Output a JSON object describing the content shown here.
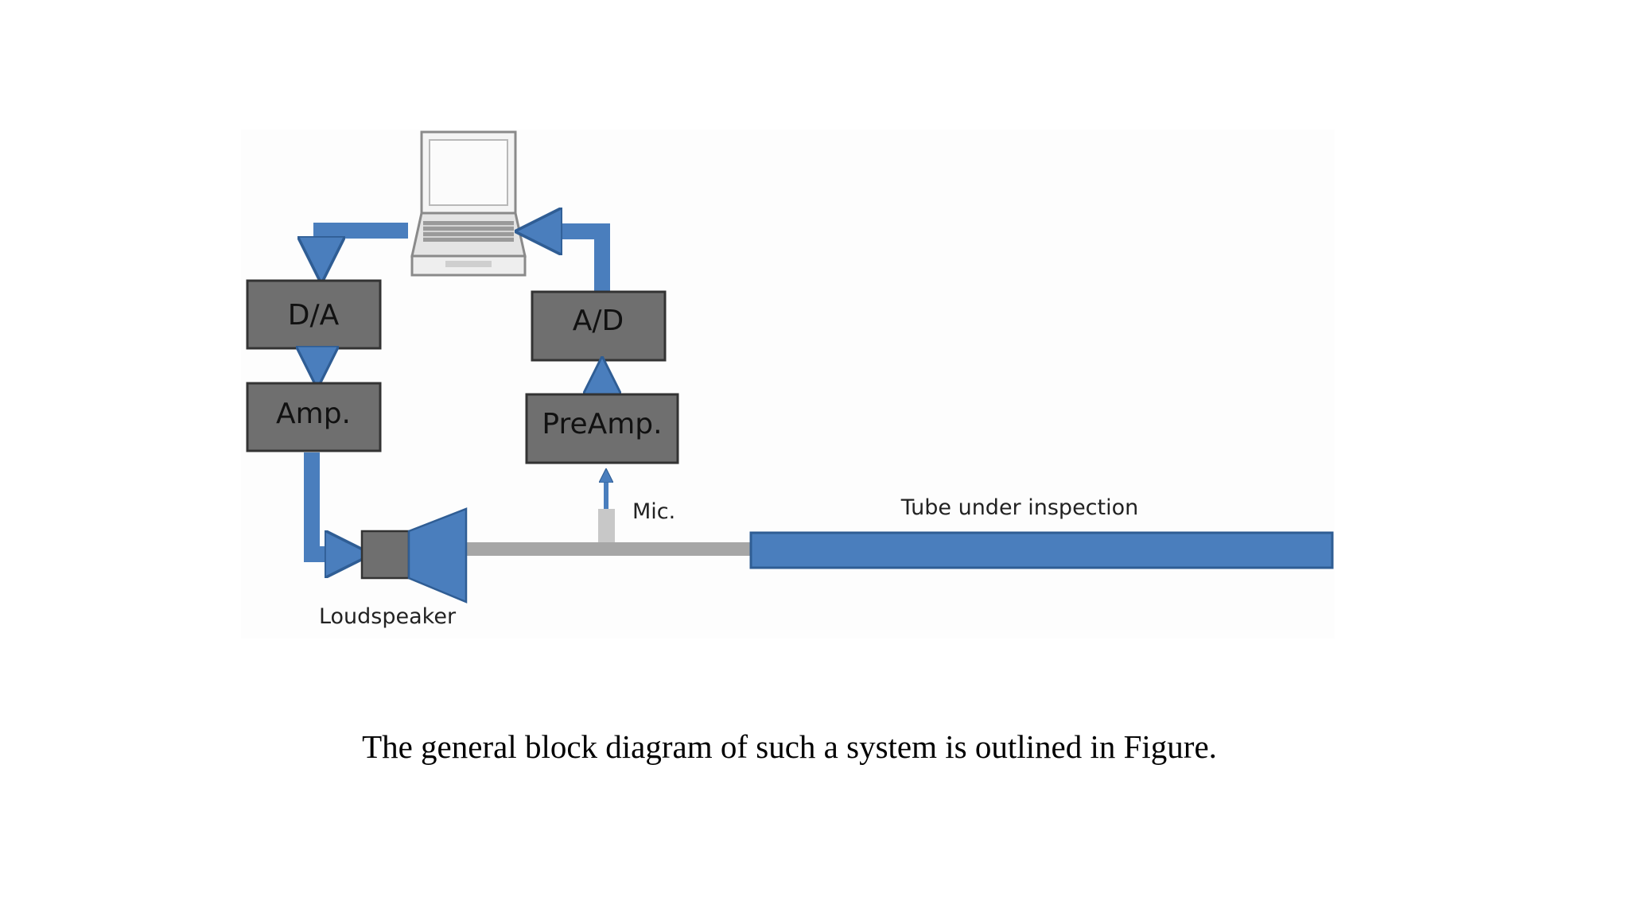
{
  "diagram": {
    "blocks": {
      "da": "D/A",
      "amp": "Amp.",
      "ad": "A/D",
      "preamp": "PreAmp."
    },
    "labels": {
      "mic": "Mic.",
      "loudspeaker": "Loudspeaker",
      "tube": "Tube under inspection"
    },
    "icons": [
      "laptop-icon",
      "loudspeaker-icon",
      "microphone-icon"
    ],
    "colors": {
      "arrow": "#4a7ebd",
      "block_fill": "#6f6f6f",
      "tube": "#4a7ebd",
      "pipe": "#a6a6a6"
    }
  },
  "caption": "The general block diagram of such a system is outlined in Figure."
}
